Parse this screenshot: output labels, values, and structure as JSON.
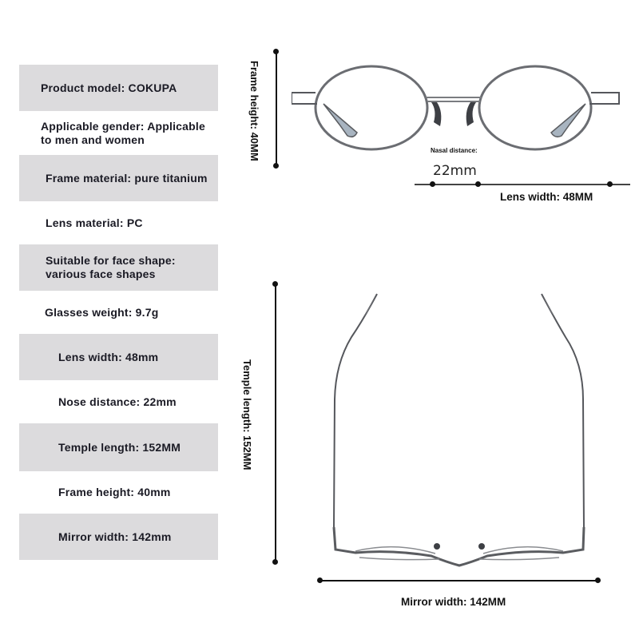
{
  "specs": [
    {
      "label": "Product model: COKUPA"
    },
    {
      "label": "Applicable gender: Applicable to men and women"
    },
    {
      "label": "Frame material: pure titanium"
    },
    {
      "label": "Lens material: PC"
    },
    {
      "label": "Suitable for face shape: various face shapes"
    },
    {
      "label": "Glasses weight: 9.7g"
    },
    {
      "label": "Lens width: 48mm"
    },
    {
      "label": "Nose distance: 22mm"
    },
    {
      "label": "Temple length: 152MM"
    },
    {
      "label": "Frame height: 40mm"
    },
    {
      "label": "Mirror width: 142mm"
    }
  ],
  "dimensions": {
    "frame_height": "Frame height: 40MM",
    "nasal_distance_label": "Nasal distance:",
    "nasal_distance_value": "22mm",
    "lens_width": "Lens width: 48MM",
    "temple_length": "Temple length: 152MM",
    "mirror_width": "Mirror width: 142MM"
  },
  "colors": {
    "row_gray": "#dcdbdd",
    "row_white": "#ffffff",
    "text": "#1a1a24",
    "frame_metal": "#6b6d72"
  }
}
